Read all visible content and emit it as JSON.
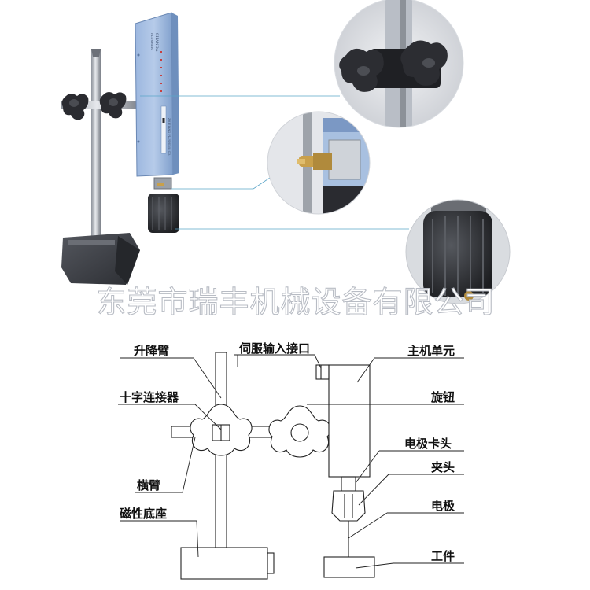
{
  "watermark": "东莞市瑞丰机械设备有限公司",
  "device_label": {
    "line1": "SHANDA",
    "line2": "FLUSHER",
    "bottom": "ZHEJIANG FLUSHING CO."
  },
  "labels": {
    "lift_arm": "升降臂",
    "servo_port": "伺服输入接口",
    "main_unit": "主机单元",
    "cross_connector": "十字连接器",
    "knob": "旋钮",
    "electrode_chuck": "电极卡头",
    "cross_arm": "横臂",
    "collet": "夹头",
    "electrode": "电极",
    "magnetic_base": "磁性底座",
    "workpiece": "工件"
  },
  "colors": {
    "device_blue": "#a9c2e4",
    "device_blue_dark": "#7f9fcc",
    "rod": "#bfc4cc",
    "base": "#3a3d44",
    "knob": "#2a2b30",
    "brass": "#c9a04a",
    "leader_line": "#5aa6c8",
    "drawing": "#222222"
  }
}
